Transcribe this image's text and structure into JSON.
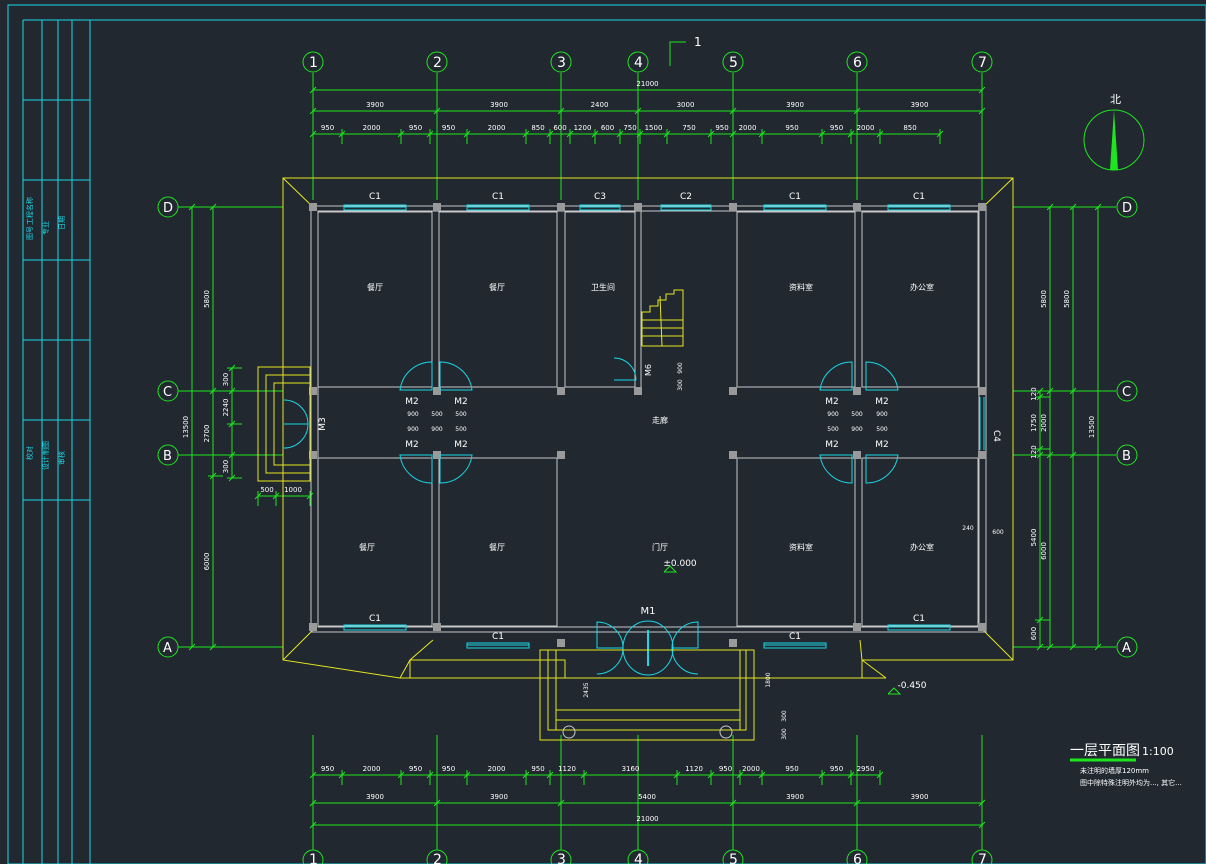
{
  "title": {
    "main": "一层平面图",
    "scale": "1:100"
  },
  "notes": [
    "未注明的墙厚120mm",
    "图中除特殊注明外均为..., 其它..."
  ],
  "section_marker": "1",
  "north": "北",
  "axes_v": [
    "1",
    "2",
    "3",
    "4",
    "5",
    "6",
    "7"
  ],
  "axes_h": [
    "A",
    "B",
    "C",
    "D"
  ],
  "dims_top_total": "21000",
  "dims_top_mid": [
    "3900",
    "3900",
    "2400",
    "3000",
    "3900",
    "3900"
  ],
  "dims_top_detail": [
    "950",
    "2000",
    "950",
    "950",
    "2000",
    "850",
    "600",
    "1200",
    "600",
    "750",
    "1500",
    "750",
    "950",
    "2000",
    "950",
    "950",
    "2000",
    "850"
  ],
  "dims_bottom_detail": [
    "950",
    "2000",
    "950",
    "950",
    "2000",
    "950",
    "1120",
    "3160",
    "1120",
    "950",
    "2000",
    "950",
    "950",
    "2950"
  ],
  "dims_bottom_mid": [
    "3900",
    "3900",
    "5400",
    "3900",
    "3900"
  ],
  "dims_bottom_total": "21000",
  "dims_left": [
    "5800",
    "2700",
    "2240",
    "6000",
    "13500",
    "300",
    "300",
    "500",
    "1000",
    "300"
  ],
  "dims_right": [
    "5800",
    "5800",
    "120",
    "1750",
    "2000",
    "120",
    "5400",
    "6000",
    "13500",
    "600",
    "240",
    "600"
  ],
  "rooms": {
    "r1": "餐厅",
    "r2": "餐厅",
    "r3": "卫生间",
    "r4": "资料室",
    "r5": "办公室",
    "r6": "餐厅",
    "r7": "餐厅",
    "r8": "门厅",
    "r9": "资料室",
    "r10": "办公室",
    "corridor": "走廊"
  },
  "windows": [
    "C1",
    "C1",
    "C3",
    "C2",
    "C1",
    "C1",
    "C1",
    "C1",
    "C1",
    "C1",
    "C4"
  ],
  "doors": {
    "m1": "M1",
    "m2": "M2",
    "m3": "M3",
    "m6": "M6"
  },
  "door_dims": [
    "900",
    "500",
    "500",
    "900"
  ],
  "elev": {
    "floor": "±0.000",
    "outside": "-0.450"
  },
  "misc_dims": [
    "900",
    "300",
    "2435",
    "1800",
    "300",
    "300",
    "600",
    "240"
  ],
  "left_panel": [
    "图号",
    "专业",
    "日期",
    "工程名称",
    "设计",
    "审核",
    "校对",
    "制图"
  ]
}
